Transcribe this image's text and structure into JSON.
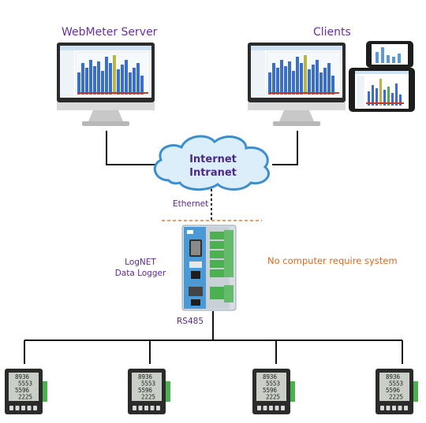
{
  "server": {
    "label": "WebMeter Server"
  },
  "clients": {
    "label": "Clients"
  },
  "cloud": {
    "line1": "Internet",
    "line2": "Intranet"
  },
  "link": {
    "label": "Ethernet"
  },
  "logger": {
    "line1": "LogNET",
    "line2": "Data Logger",
    "bus_label": "RS485"
  },
  "note": {
    "text": "No computer require system"
  },
  "meters": [
    {
      "lines": [
        "8936",
        "5553",
        "5596",
        "2225"
      ]
    },
    {
      "lines": [
        "8936",
        "5553",
        "5596",
        "2225"
      ]
    },
    {
      "lines": [
        "8936",
        "5553",
        "5596",
        "2225"
      ]
    },
    {
      "lines": [
        "8936",
        "5553",
        "5596",
        "2225"
      ]
    }
  ],
  "colors": {
    "purple": "#6b2fa0",
    "orange": "#d86a1e",
    "cloud_fill": "#dceefa",
    "cloud_stroke": "#3b8fd0",
    "logger_blue": "#4a9ad8",
    "terminal_green": "#4caf50"
  }
}
